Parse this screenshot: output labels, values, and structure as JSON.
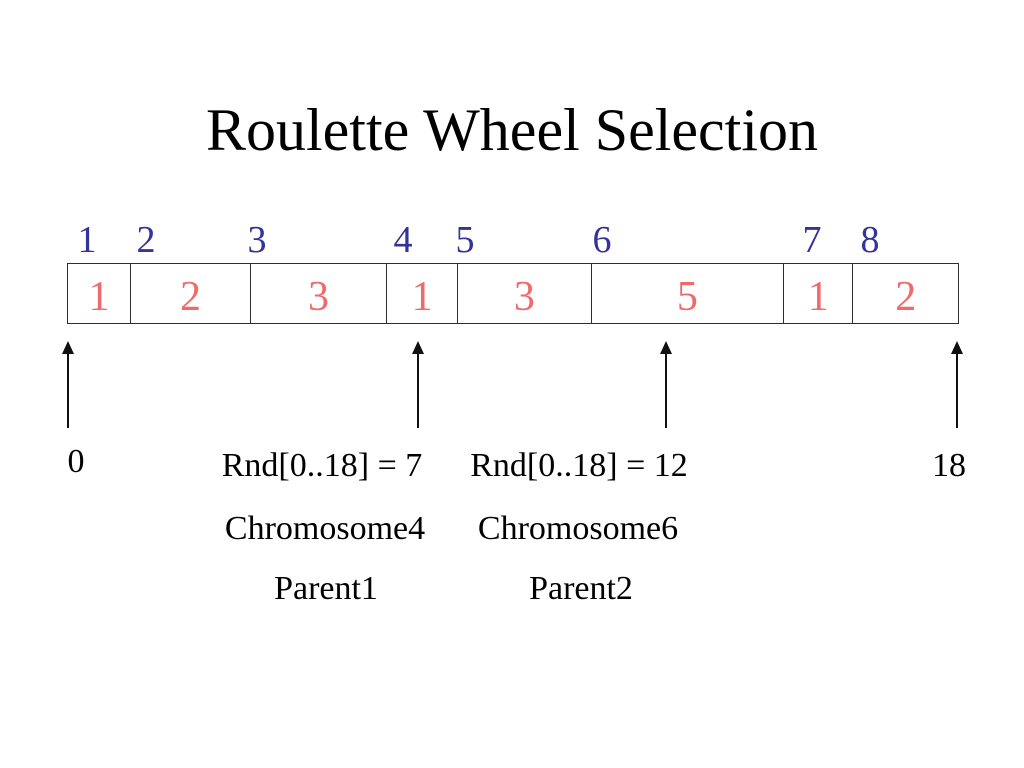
{
  "title": "Roulette Wheel Selection",
  "colors": {
    "index_blue": "#333399",
    "value_red": "#ef6b6b",
    "line_dark": "#2e2e2e"
  },
  "wheel": {
    "range_start": "0",
    "range_end": "18",
    "segments": [
      {
        "index": "1",
        "value": "1"
      },
      {
        "index": "2",
        "value": "2"
      },
      {
        "index": "3",
        "value": "3"
      },
      {
        "index": "4",
        "value": "1"
      },
      {
        "index": "5",
        "value": "3"
      },
      {
        "index": "6",
        "value": "5"
      },
      {
        "index": "7",
        "value": "1"
      },
      {
        "index": "8",
        "value": "2"
      }
    ]
  },
  "selections": [
    {
      "rnd": "Rnd[0..18] = 7",
      "chromosome": "Chromosome4",
      "parent": "Parent1"
    },
    {
      "rnd": "Rnd[0..18] = 12",
      "chromosome": "Chromosome6",
      "parent": "Parent2"
    }
  ],
  "chart_data": {
    "type": "bar",
    "title": "Roulette Wheel Selection",
    "categories": [
      "1",
      "2",
      "3",
      "4",
      "5",
      "6",
      "7",
      "8"
    ],
    "values": [
      1,
      2,
      3,
      1,
      3,
      5,
      1,
      2
    ],
    "total": 18,
    "axis_range": [
      0,
      18
    ],
    "pointer_positions": [
      0,
      7,
      12,
      18
    ]
  }
}
